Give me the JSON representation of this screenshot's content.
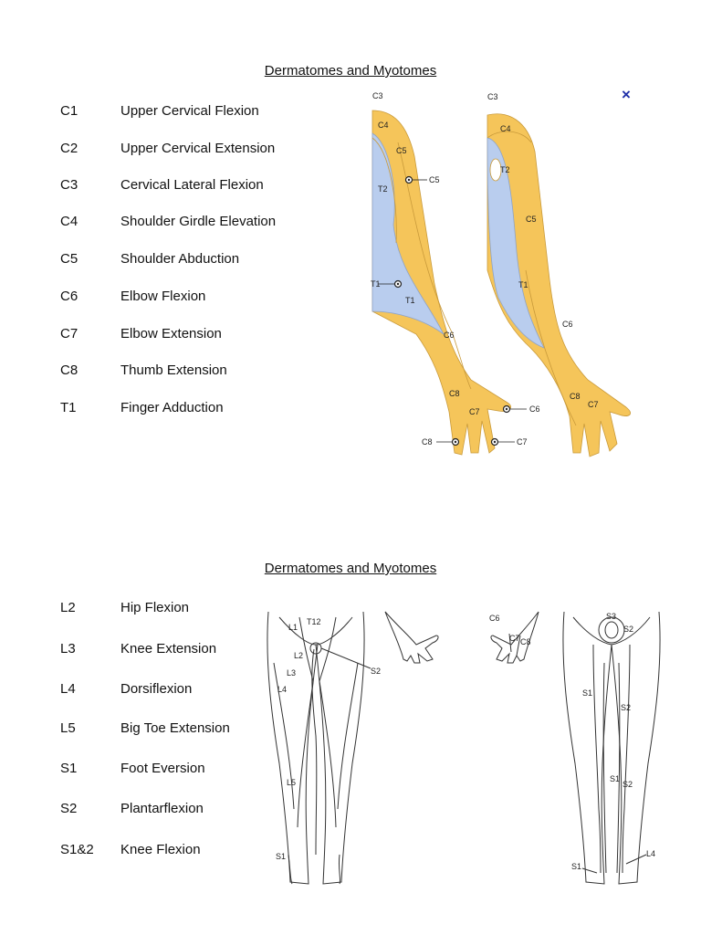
{
  "section1": {
    "title": "Dermatomes and Myotomes",
    "rows": [
      {
        "code": "C1",
        "action": "Upper Cervical Flexion"
      },
      {
        "code": "C2",
        "action": "Upper Cervical Extension"
      },
      {
        "code": "C3",
        "action": "Cervical Lateral Flexion"
      },
      {
        "code": "C4",
        "action": "Shoulder Girdle Elevation"
      },
      {
        "code": "C5",
        "action": "Shoulder Abduction"
      },
      {
        "code": "C6",
        "action": "Elbow Flexion"
      },
      {
        "code": "C7",
        "action": "Elbow Extension"
      },
      {
        "code": "C8",
        "action": "Thumb Extension"
      },
      {
        "code": "T1",
        "action": "Finger Adduction"
      }
    ],
    "arm_labels": {
      "c3": "C3",
      "c4": "C4",
      "c5": "C5",
      "t2": "T2",
      "t1": "T1",
      "c6": "C6",
      "c7": "C7",
      "c8": "C8",
      "t1_point": "T1"
    },
    "close_glyph": "×"
  },
  "section2": {
    "title": "Dermatomes and Myotomes",
    "rows": [
      {
        "code": "L2",
        "action": "Hip Flexion"
      },
      {
        "code": "L3",
        "action": "Knee Extension"
      },
      {
        "code": "L4",
        "action": "Dorsiflexion"
      },
      {
        "code": "L5",
        "action": "Big Toe Extension"
      },
      {
        "code": "S1",
        "action": "Foot Eversion"
      },
      {
        "code": "S2",
        "action": "Plantarflexion"
      },
      {
        "code": "S1&2",
        "action": "Knee Flexion"
      }
    ],
    "leg_labels": {
      "t12": "T12",
      "l1": "L1",
      "l2": "L2",
      "l3": "L3",
      "l4": "L4",
      "l5": "L5",
      "s1": "S1",
      "s2": "S2",
      "c6": "C6",
      "c7": "C7",
      "c8": "C8",
      "s3": "S3",
      "s4": "L4"
    }
  },
  "colors": {
    "dermatome_yellow": "#f5c55a",
    "dermatome_orange": "#eeaa3c",
    "dermatome_blue": "#b9cdee",
    "close_blue": "#1f2fa8"
  }
}
